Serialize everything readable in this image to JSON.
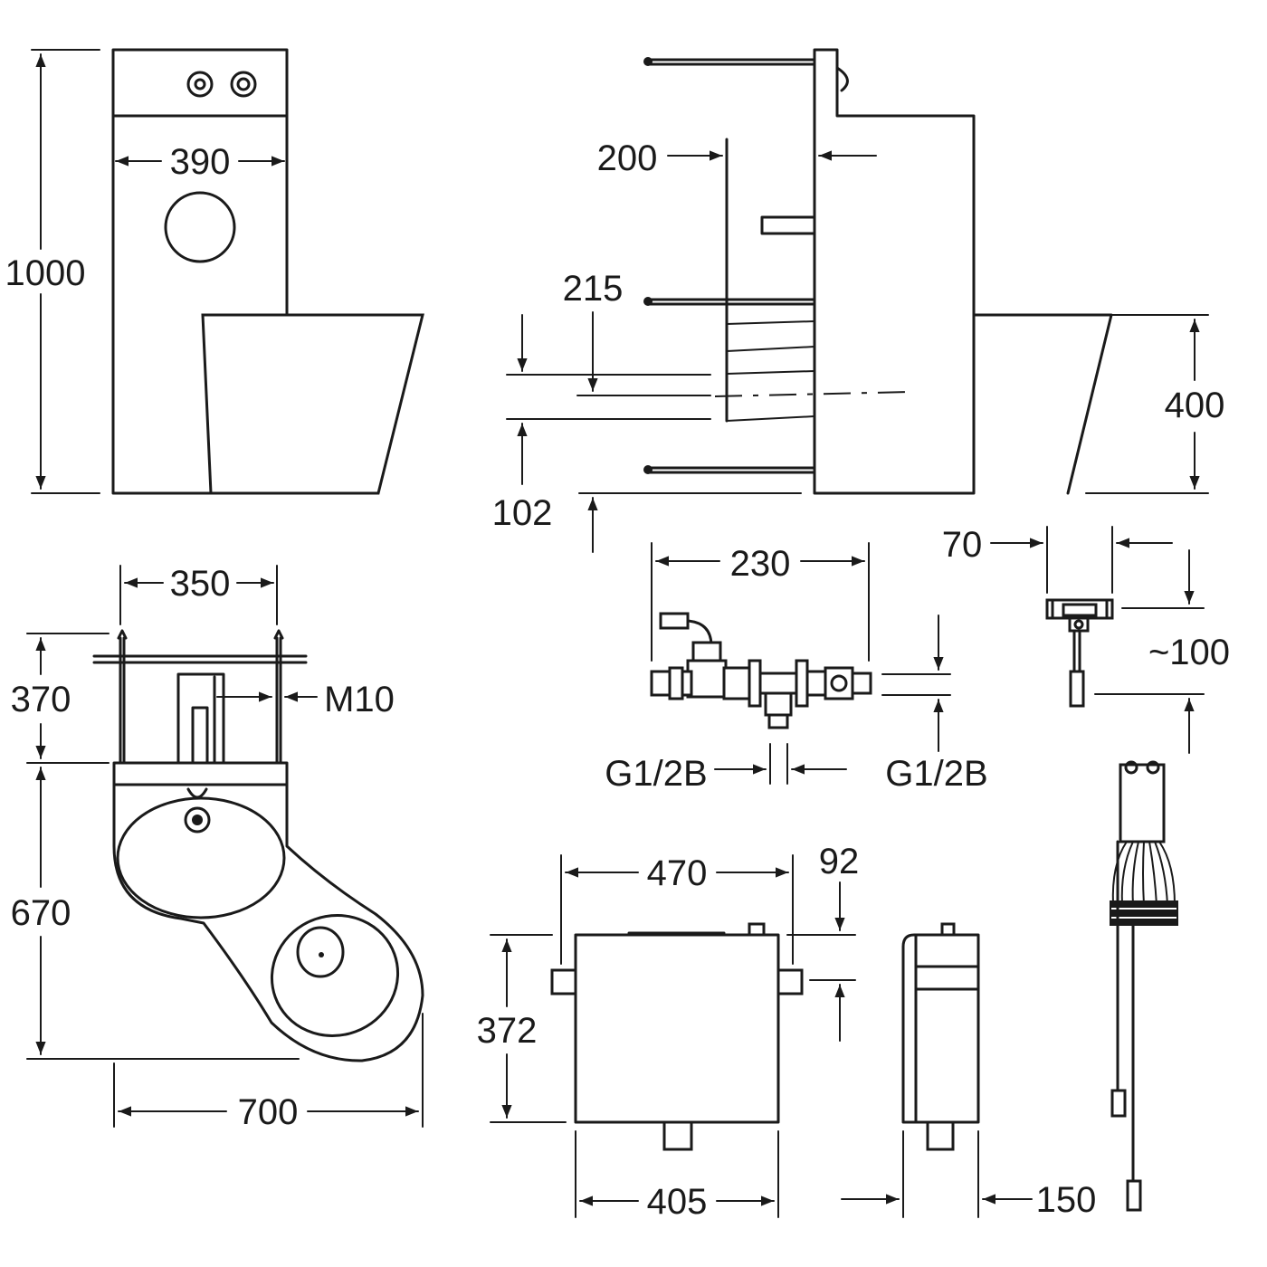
{
  "dimensions": {
    "front_height": "1000",
    "front_width": "390",
    "side_200": "200",
    "side_215": "215",
    "side_102": "102",
    "side_400": "400",
    "plan_350": "350",
    "plan_370": "370",
    "plan_m10": "M10",
    "plan_670": "670",
    "plan_700": "700",
    "valve_230": "230",
    "valve_g_left": "G1/2B",
    "valve_g_right": "G1/2B",
    "sensor_70": "70",
    "sensor_100": "~100",
    "box_470": "470",
    "box_92": "92",
    "box_372": "372",
    "box_405": "405",
    "box_150": "150"
  }
}
